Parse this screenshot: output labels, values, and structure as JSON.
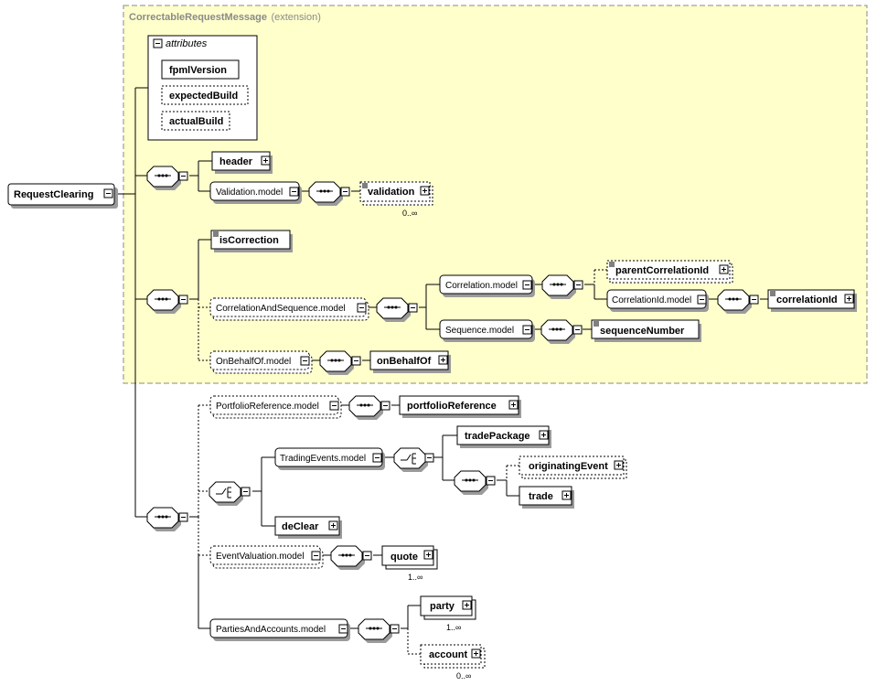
{
  "extension": {
    "name": "CorrectableRequestMessage",
    "suffix": "(extension)"
  },
  "attributes": {
    "title": "attributes",
    "items": [
      "fpmlVersion",
      "expectedBuild",
      "actualBuild"
    ]
  },
  "root": "RequestClearing",
  "elements": {
    "header": "header",
    "validation_model": "Validation.model",
    "validation": "validation",
    "validation_occ": "0..∞",
    "isCorrection": "isCorrection",
    "correlation_and_sequence_model": "CorrelationAndSequence.model",
    "correlation_model": "Correlation.model",
    "parentCorrelationId": "parentCorrelationId",
    "correlationId_model": "CorrelationId.model",
    "correlationId": "correlationId",
    "sequence_model": "Sequence.model",
    "sequenceNumber": "sequenceNumber",
    "onBehalfOf_model": "OnBehalfOf.model",
    "onBehalfOf": "onBehalfOf",
    "portfolioReference_model": "PortfolioReference.model",
    "portfolioReference": "portfolioReference",
    "tradingEvents_model": "TradingEvents.model",
    "tradePackage": "tradePackage",
    "originatingEvent": "originatingEvent",
    "trade": "trade",
    "deClear": "deClear",
    "eventValuation_model": "EventValuation.model",
    "quote": "quote",
    "quote_occ": "1..∞",
    "partiesAndAccounts_model": "PartiesAndAccounts.model",
    "party": "party",
    "party_occ": "1..∞",
    "account": "account",
    "account_occ": "0..∞"
  }
}
